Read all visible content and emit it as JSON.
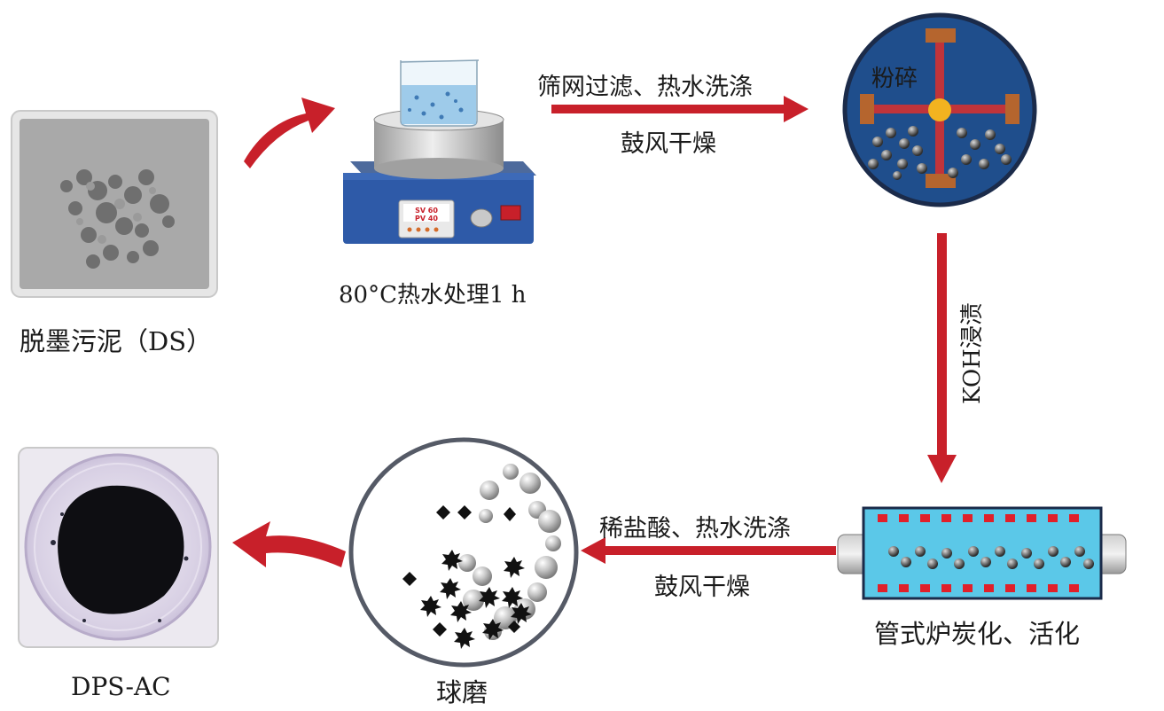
{
  "steps": {
    "sludge": "脱墨污泥（DS）",
    "hot_water": "80°C热水处理1 h",
    "crush": "粉碎",
    "furnace": "管式炉炭化、活化",
    "ball_mill": "球磨",
    "product": "DPS-AC"
  },
  "arrows": {
    "filter_wash": "筛网过滤、热水洗涤",
    "dry_top": "鼓风干燥",
    "koh": "KOH浸渍",
    "acid_wash": "稀盐酸、热水洗涤",
    "dry_bottom": "鼓风干燥"
  },
  "heater_display": {
    "sv": "SV 60",
    "pv": "PV 40"
  },
  "colors": {
    "arrow_red": "#c8202a",
    "crusher_blue": "#1f4e8c",
    "crusher_arm": "#c0343a",
    "crusher_pad": "#b5652e",
    "furnace_tube": "#5bc8e8",
    "heater_panel": "#2e5aa8"
  }
}
